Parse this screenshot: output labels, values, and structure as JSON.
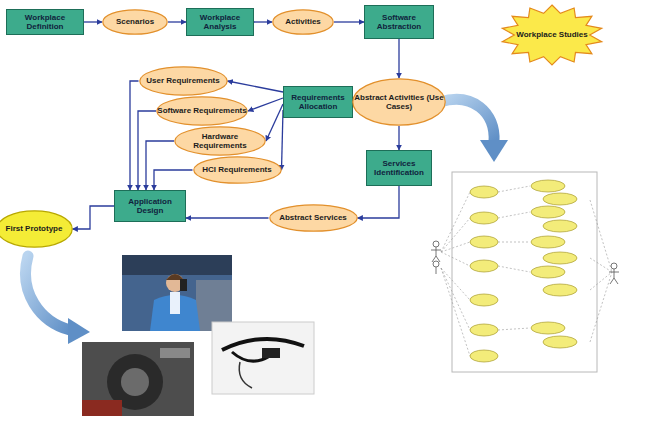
{
  "diagram": {
    "nodes": [
      {
        "text": [
          "Workplace Definition"
        ]
      },
      {
        "text": [
          "Scenarios"
        ]
      },
      {
        "text": [
          "Workplace Analysis"
        ]
      },
      {
        "text": [
          "Activities"
        ]
      },
      {
        "text": [
          "Software Abstraction"
        ]
      },
      {
        "text": [
          "Workplace Studies"
        ]
      },
      {
        "text": [
          "User Requirements"
        ]
      },
      {
        "text": [
          "Software Requirements"
        ]
      },
      {
        "text": [
          "Hardware Requirements"
        ]
      },
      {
        "text": [
          "HCI Requirements"
        ]
      },
      {
        "text": [
          "Requirements Allocation"
        ]
      },
      {
        "text": [
          "Abstract Activities (Use Cases)"
        ]
      },
      {
        "text": [
          "Services Identification"
        ]
      },
      {
        "text": [
          "Application Design"
        ]
      },
      {
        "text": [
          "First Prototype"
        ]
      },
      {
        "text": [
          "Abstract Services"
        ]
      }
    ],
    "edges": [
      {
        "from": 0,
        "to": 1,
        "arrow": "to"
      },
      {
        "from": 1,
        "to": 2,
        "arrow": "to"
      },
      {
        "from": 2,
        "to": 3,
        "arrow": "to"
      },
      {
        "from": 3,
        "to": 4,
        "arrow": "to"
      },
      {
        "from": 4,
        "to": 11,
        "arrow": "to"
      },
      {
        "from": 11,
        "to": 10,
        "arrow": "to"
      },
      {
        "from": 10,
        "to": 6,
        "arrow": "to"
      },
      {
        "from": 10,
        "to": 7,
        "arrow": "to"
      },
      {
        "from": 10,
        "to": 8,
        "arrow": "to"
      },
      {
        "from": 10,
        "to": 9,
        "arrow": "to"
      },
      {
        "from": 6,
        "to": 13,
        "arrow": "to"
      },
      {
        "from": 7,
        "to": 13,
        "arrow": "to"
      },
      {
        "from": 8,
        "to": 13,
        "arrow": "to"
      },
      {
        "from": 9,
        "to": 13,
        "arrow": "to"
      },
      {
        "from": 11,
        "to": 12,
        "arrow": "to"
      },
      {
        "from": 12,
        "to": 15,
        "arrow": "to"
      },
      {
        "from": 15,
        "to": 13,
        "arrow": "to"
      },
      {
        "from": 13,
        "to": 14,
        "arrow": "to"
      }
    ]
  }
}
